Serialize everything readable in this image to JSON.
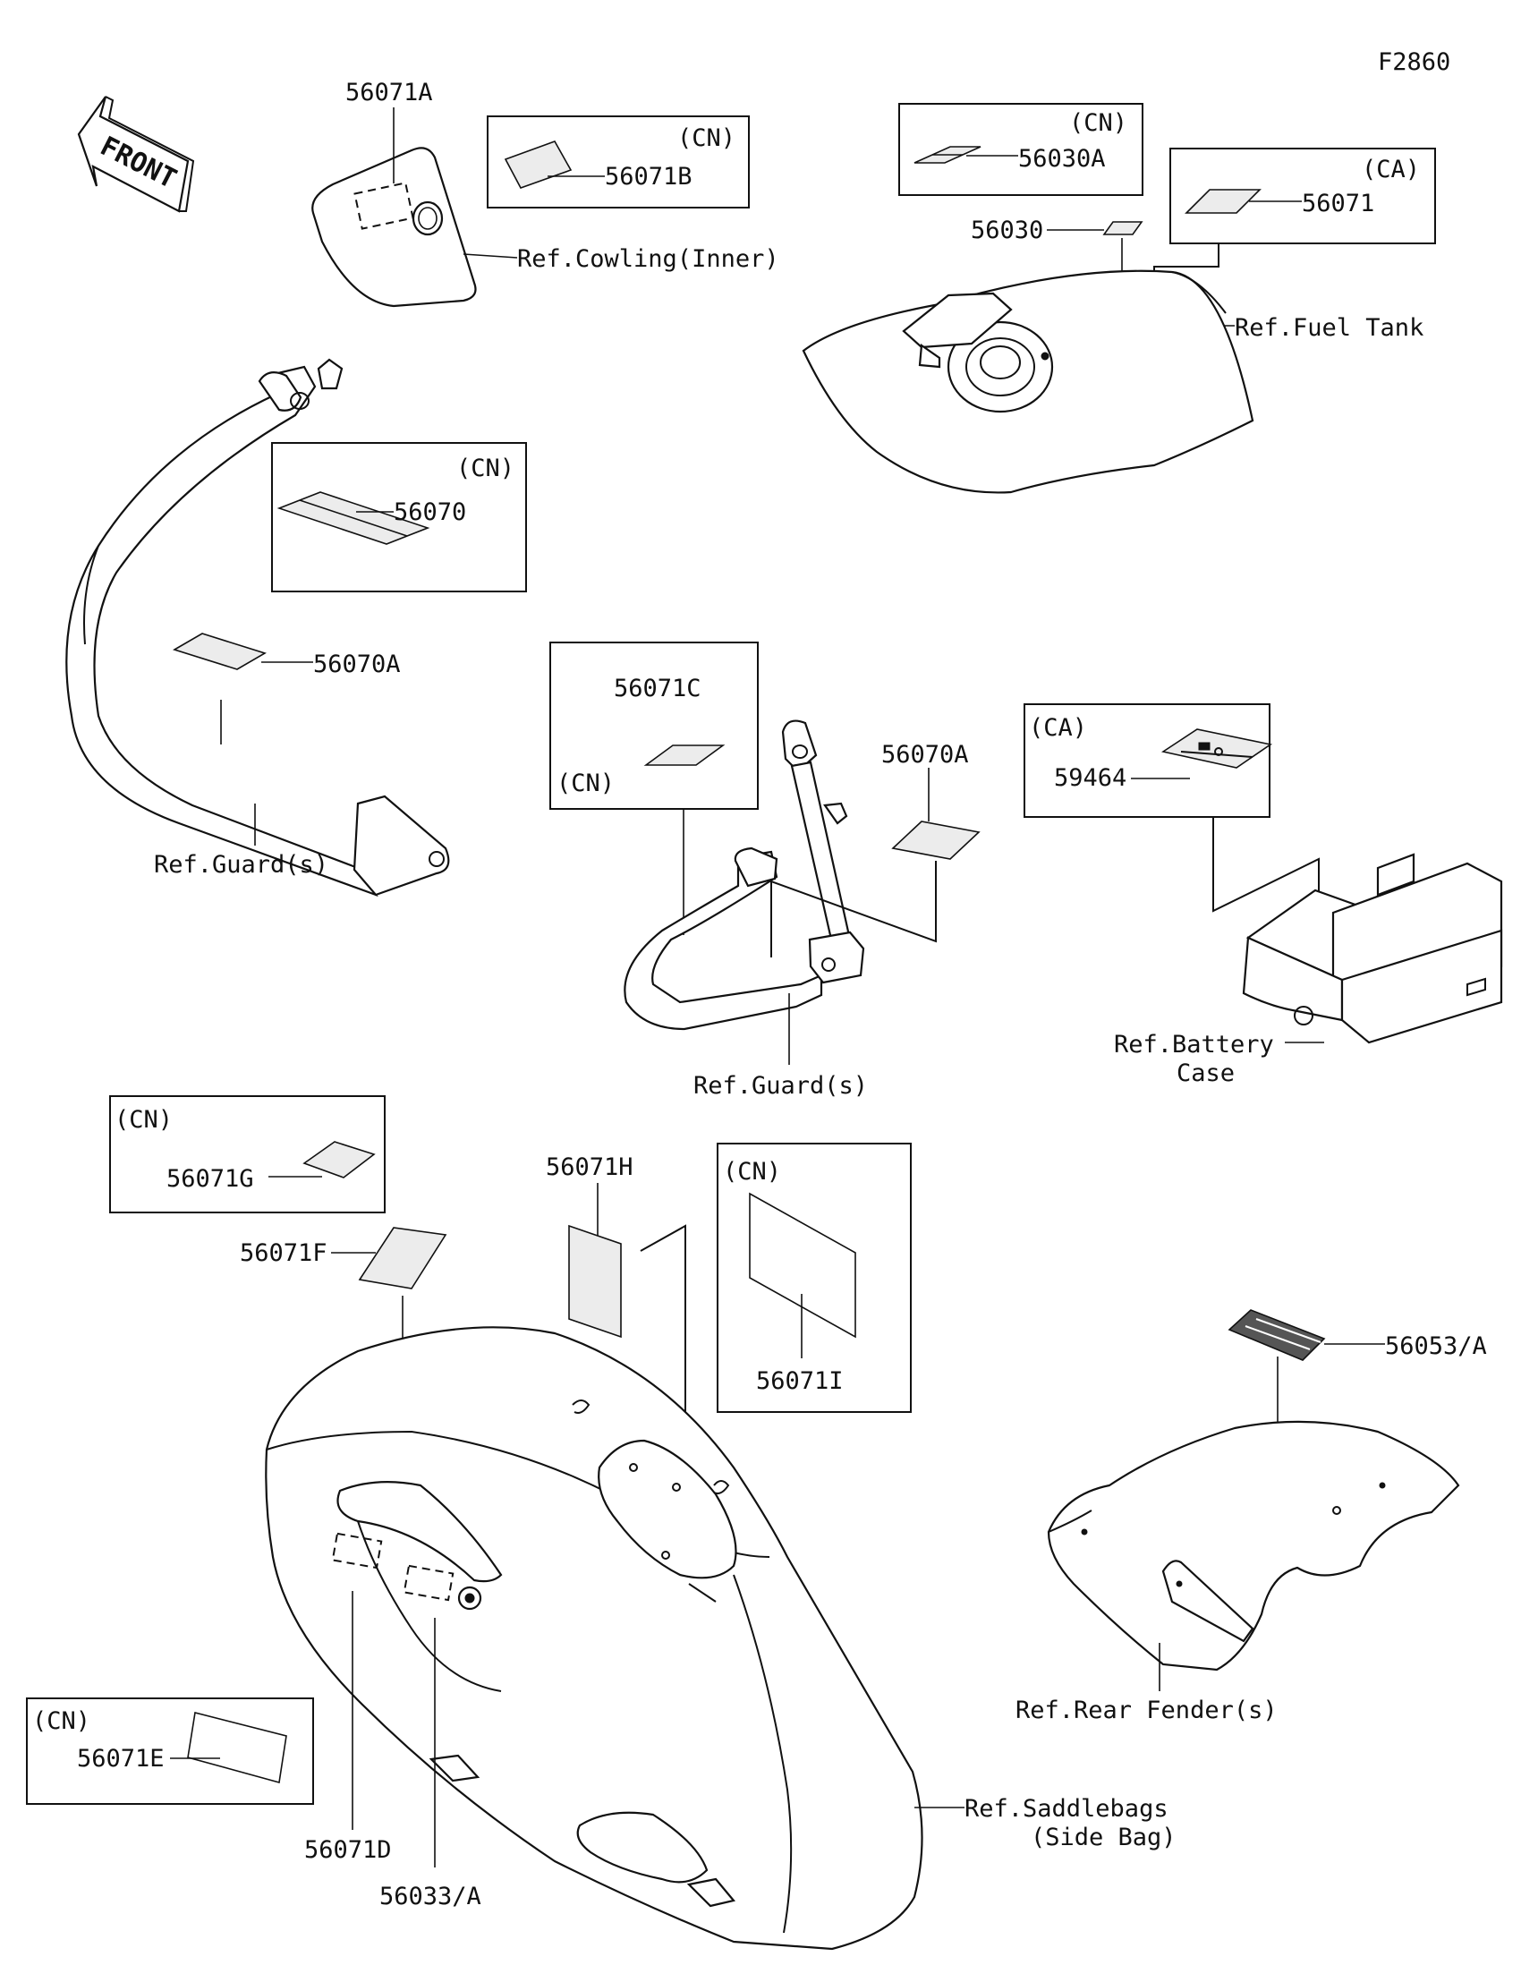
{
  "figure_id": "F2860",
  "front_label": "FRONT",
  "labels": {
    "p56071A": "56071A",
    "p56071B": "56071B",
    "cn_56071B": "(CN)",
    "ref_cowling": "Ref.Cowling(Inner)",
    "cn_56030A": "(CN)",
    "p56030A": "56030A",
    "p56030": "56030",
    "ca_56071": "(CA)",
    "p56071": "56071",
    "ref_fuel_tank": "Ref.Fuel Tank",
    "cn_56070": "(CN)",
    "p56070": "56070",
    "p56070A_left": "56070A",
    "ref_guard_left": "Ref.Guard(s)",
    "p56071C": "56071C",
    "cn_56071C": "(CN)",
    "p56070A_mid": "56070A",
    "ca_59464": "(CA)",
    "p59464": "59464",
    "ref_guard_mid": "Ref.Guard(s)",
    "ref_battery_1": "Ref.Battery",
    "ref_battery_2": "Case",
    "cn_56071G": "(CN)",
    "p56071G": "56071G",
    "p56071F": "56071F",
    "p56071H": "56071H",
    "cn_56071I": "(CN)",
    "p56071I": "56071I",
    "p56053A": "56053/A",
    "ref_rear_fender": "Ref.Rear Fender(s)",
    "cn_56071E": "(CN)",
    "p56071E": "56071E",
    "ref_saddlebags_1": "Ref.Saddlebags",
    "ref_saddlebags_2": "(Side Bag)",
    "p56071D": "56071D",
    "p56033A": "56033/A"
  }
}
